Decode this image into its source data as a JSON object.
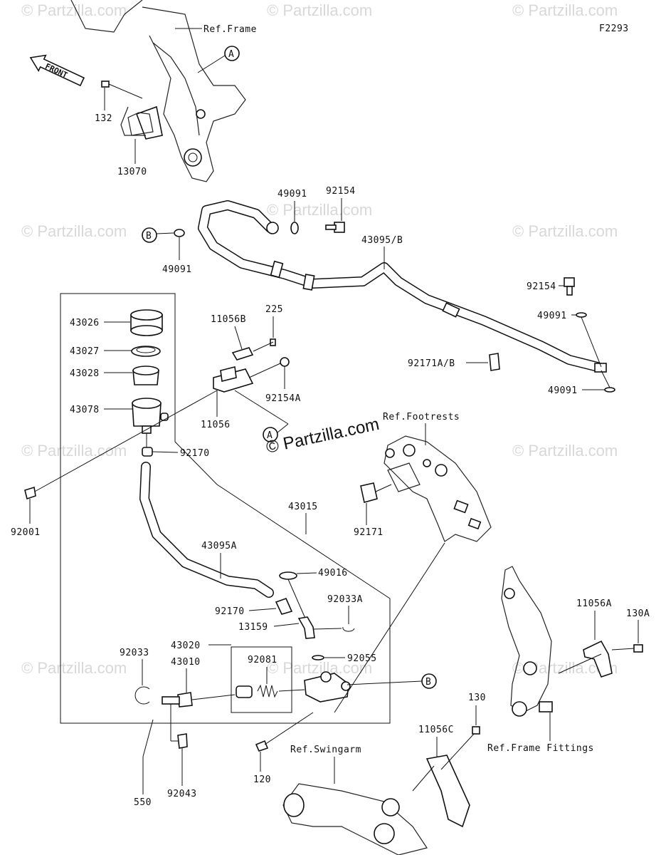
{
  "figure_code": "F2293",
  "watermark_text": "© Partzilla.com",
  "center_watermark": "© Partzilla.com",
  "front_label": "FRONT",
  "refs": {
    "frame": "Ref.Frame",
    "footrests": "Ref.Footrests",
    "swingarm": "Ref.Swingarm",
    "frame_fittings": "Ref.Frame Fittings"
  },
  "callouts": {
    "a": "A",
    "b": "B"
  },
  "parts": {
    "p132": "132",
    "p13070": "13070",
    "p49091_top": "49091",
    "p92154_top": "92154",
    "p49091_left": "49091",
    "p43095b": "43095/B",
    "p92154_right": "92154",
    "p49091_right1": "49091",
    "p92171ab": "92171A/B",
    "p49091_right2": "49091",
    "p43026": "43026",
    "p43027": "43027",
    "p43028": "43028",
    "p43078": "43078",
    "p11056b": "11056B",
    "p225": "225",
    "p92154a": "92154A",
    "p11056": "11056",
    "p92170_top": "92170",
    "p92001": "92001",
    "p43015": "43015",
    "p92171": "92171",
    "p43095a": "43095A",
    "p49016": "49016",
    "p92033a": "92033A",
    "p92170_mid": "92170",
    "p13159": "13159",
    "p92055": "92055",
    "p43020": "43020",
    "p43010": "43010",
    "p92033": "92033",
    "p92081": "92081",
    "p11056a": "11056A",
    "p130a": "130A",
    "p130": "130",
    "p11056c": "11056C",
    "p92043": "92043",
    "p120": "120",
    "p550": "550"
  }
}
